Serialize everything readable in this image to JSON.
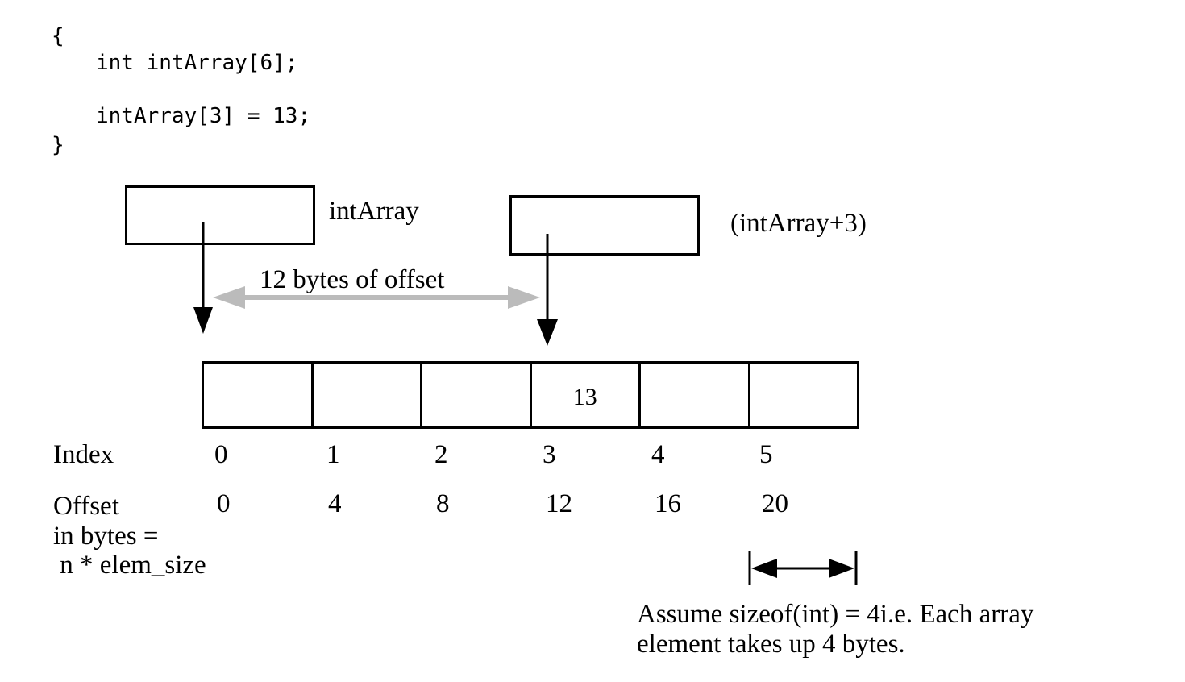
{
  "code": {
    "open_brace": "{",
    "line1": "int intArray[6];",
    "line2": "intArray[3] = 13;",
    "close_brace": "}"
  },
  "pointers": {
    "base_label": "intArray",
    "offset_label": "(intArray+3)"
  },
  "offset_arrow_label": "12 bytes of offset",
  "array": {
    "cells": [
      "",
      "",
      "",
      "13",
      "",
      ""
    ]
  },
  "index_row": {
    "label": "Index",
    "values": [
      "0",
      "1",
      "2",
      "3",
      "4",
      "5"
    ]
  },
  "offset_row": {
    "label_line1": "Offset",
    "label_line2": "in bytes =",
    "label_line3": " n * elem_size",
    "values": [
      "0",
      "4",
      "8",
      "12",
      "16",
      "20"
    ]
  },
  "note": {
    "line1": "Assume sizeof(int) = 4i.e. Each array",
    "line2": "element takes up 4 bytes."
  },
  "colors": {
    "offset_arrow": "#bbbbbb",
    "ink": "#000000"
  }
}
